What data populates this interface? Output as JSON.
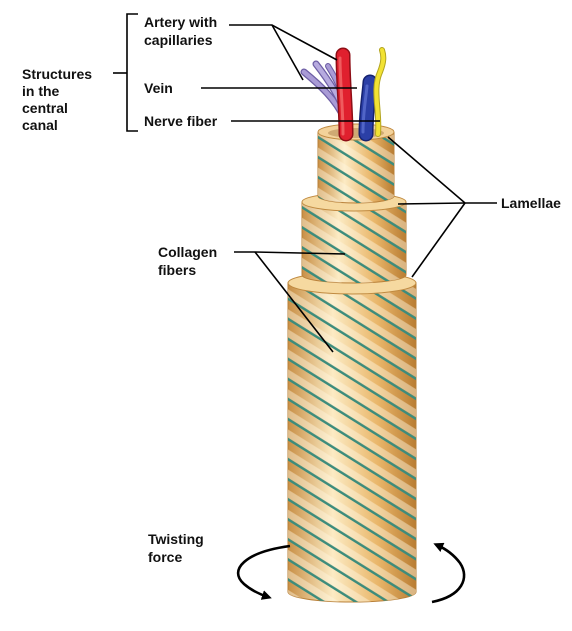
{
  "labels": {
    "structures": [
      "Structures",
      "in the",
      "central",
      "canal"
    ],
    "artery": [
      "Artery with",
      "capillaries"
    ],
    "vein": "Vein",
    "nerve": "Nerve fiber",
    "lamellae": "Lamellae",
    "collagen": [
      "Collagen",
      "fibers"
    ],
    "twisting": [
      "Twisting",
      "force"
    ]
  },
  "colors": {
    "bone": "#E8B567",
    "bone_light": "#FCEBC4",
    "bone_dark": "#C48C3E",
    "fiber": "#3C8C7C",
    "artery": "#E0202E",
    "vein": "#2B3FA6",
    "nerve": "#F2E233",
    "capillary": "#9A8CC8"
  }
}
